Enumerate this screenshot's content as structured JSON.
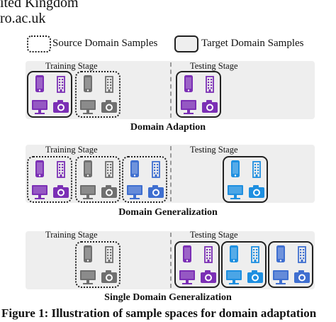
{
  "header": {
    "line1": "ited Kingdom",
    "line2": "ro.ac.uk"
  },
  "legend": {
    "source_label": "Source Domain Samples",
    "target_label": "Target Domain Samples"
  },
  "panels": [
    {
      "training_label": "Training Stage",
      "testing_label": "Testing Stage",
      "caption": "Domain Adaption"
    },
    {
      "training_label": "Training Stage",
      "testing_label": "Testing Stage",
      "caption": "Domain Generalization"
    },
    {
      "training_label": "Training Stage",
      "testing_label": "Testing Stage",
      "caption": "Single Domain Generalization"
    }
  ],
  "figure_caption": "Figure 1: Illustration of sample spaces for domain adaptation",
  "domain_colors": {
    "purple": "#7b2fb5",
    "gray": "#6f6f6f",
    "blue": "#3f6fd0",
    "cyan": "#1e8fe0"
  },
  "icons": [
    "phone-icon",
    "building-icon",
    "computer-icon",
    "camera-icon"
  ]
}
